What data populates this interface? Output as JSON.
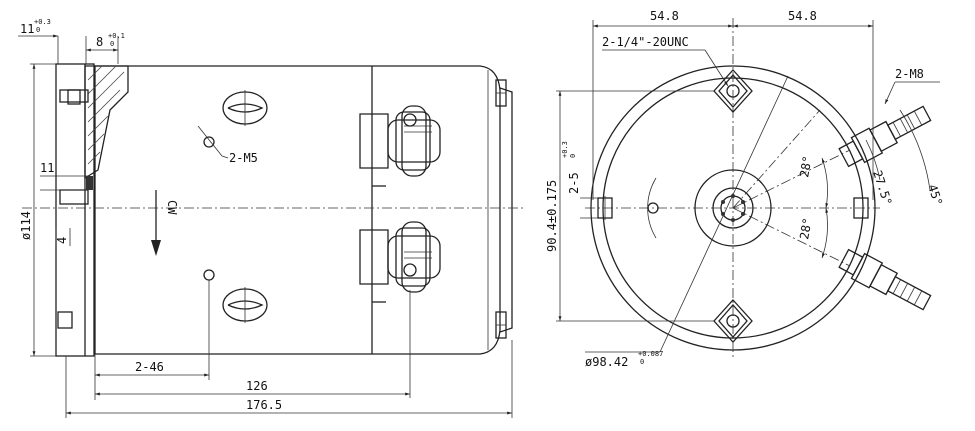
{
  "side_view": {
    "dims": {
      "d_11_top": "11",
      "d_11_tol": "+0.3",
      "d_11_tol0": "0",
      "d_8": "8",
      "d_8_tol": "+0.1",
      "d_8_tol0": "0",
      "d_11_mid": "11",
      "d_114": "ø114",
      "d_4": "4",
      "m5": "2-M5",
      "cw": "CW",
      "d_2_46": "2-46",
      "d_126": "126",
      "d_176_5": "176.5"
    }
  },
  "front_view": {
    "dims": {
      "d_54_8_left": "54.8",
      "d_54_8_right": "54.8",
      "unc": "2-1/4\"-20UNC",
      "m8": "2-M8",
      "ang_27_5": "27.5°",
      "ang_45": "45°",
      "ang_28a": "28°",
      "ang_28b": "28°",
      "slot": "2-5",
      "slot_tol": "+0.3",
      "slot_tol0": "0",
      "d_90": "90.4±0.175",
      "d_98": "ø98.42",
      "d_98_tol": "+0.087",
      "d_98_tol0": "0"
    }
  }
}
